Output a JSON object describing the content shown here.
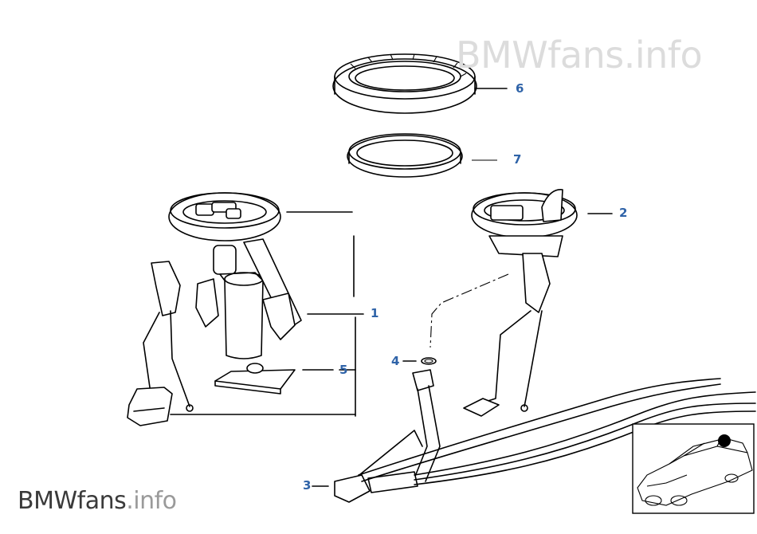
{
  "watermark": {
    "brand": "BMWfans",
    "suffix": ".info"
  },
  "callouts": [
    {
      "id": "1",
      "label": "1"
    },
    {
      "id": "2",
      "label": "2"
    },
    {
      "id": "3",
      "label": "3"
    },
    {
      "id": "4",
      "label": "4"
    },
    {
      "id": "5",
      "label": "5"
    },
    {
      "id": "6",
      "label": "6"
    },
    {
      "id": "7",
      "label": "7"
    }
  ],
  "colors": {
    "callout": "#2f63a8",
    "line": "#000000",
    "watermark_top": "#dcdcdc",
    "watermark_bottom": "#3a3a3a"
  },
  "icons": {
    "thumbnail": "car-thumbnail-icon",
    "locator": "locator-dot-icon"
  }
}
